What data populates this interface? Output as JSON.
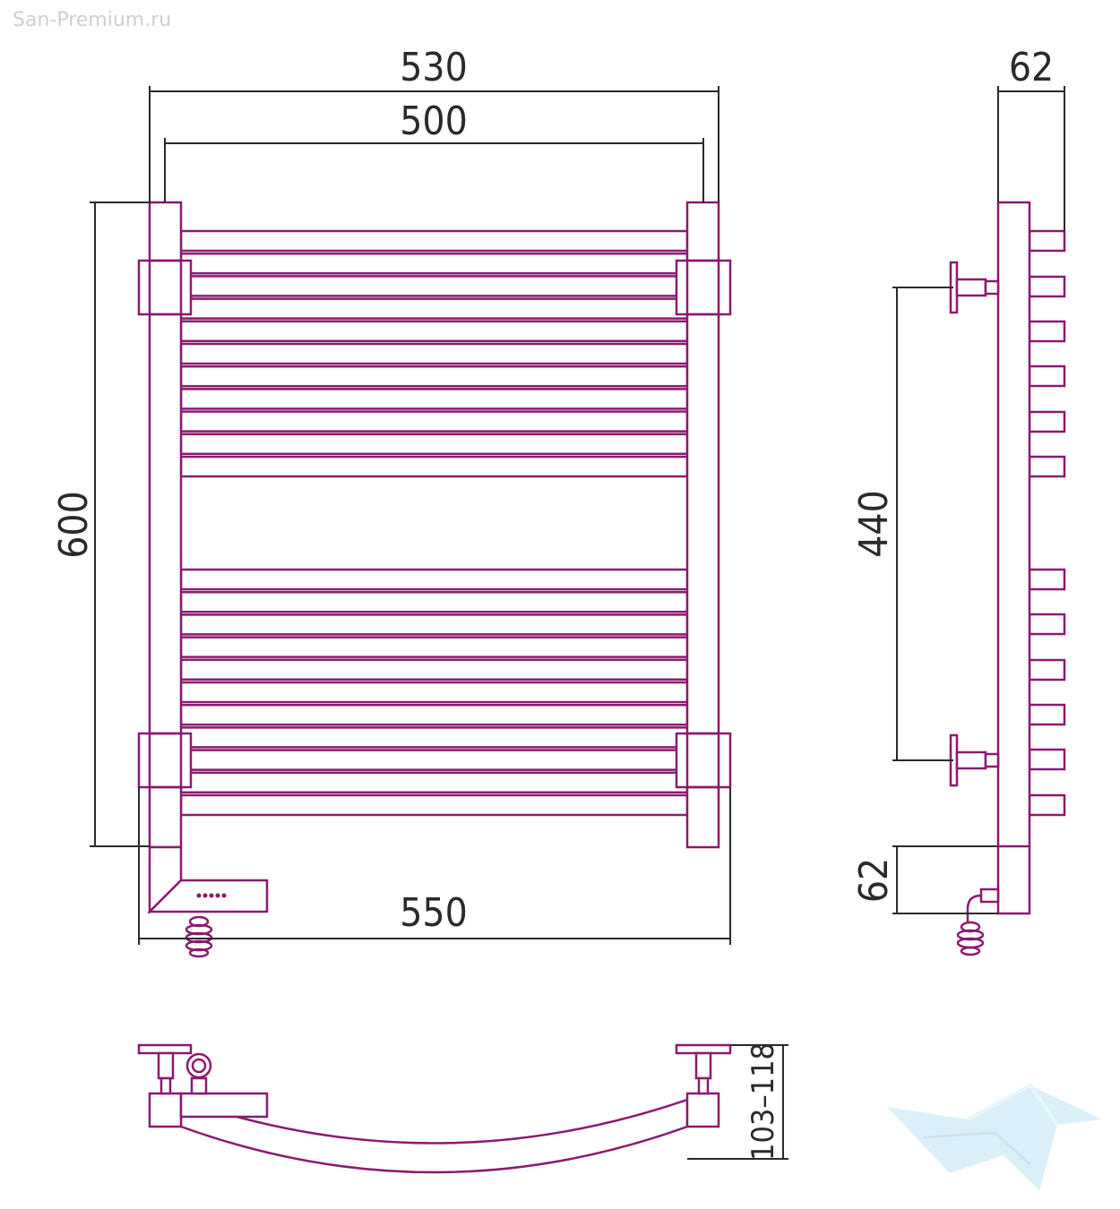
{
  "watermark": "San-Premium.ru",
  "colors": {
    "product": "#8b1a6e",
    "dimension": "#2a2a2a",
    "logo": "#bfe3f5"
  },
  "dimensions": {
    "overall_width": "530",
    "axis_width": "500",
    "height": "600",
    "install_width": "550",
    "depth": "62",
    "mount_spacing": "440",
    "heater_offset": "62",
    "wall_distance": "103–118"
  },
  "rungs": {
    "upper_group": 11,
    "lower_group": 11
  },
  "icons": [
    "wave-logo-icon",
    "heating-element-icon",
    "led-indicator-icon"
  ]
}
